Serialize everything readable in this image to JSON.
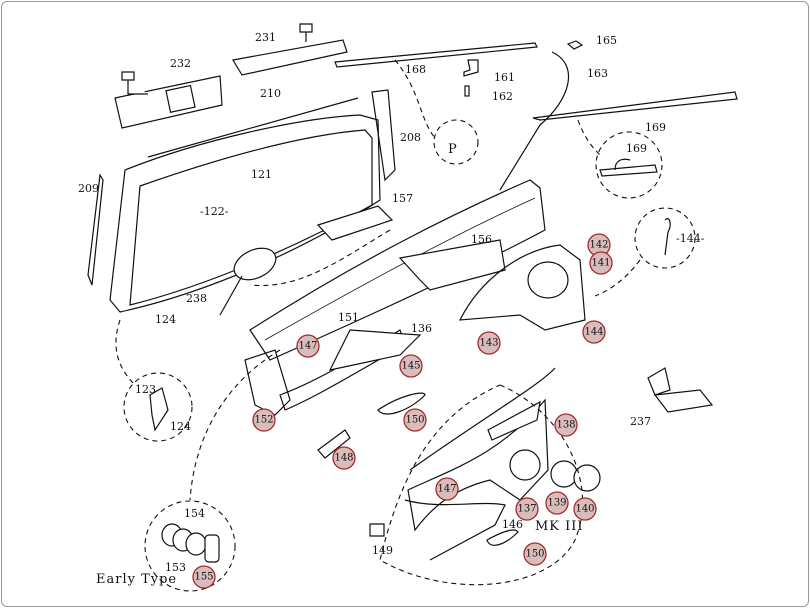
{
  "diagram": {
    "labels": {
      "l231": "231",
      "l232": "232",
      "l210": "210",
      "l121": "121",
      "l122": "-122-",
      "l209": "209",
      "l208": "208",
      "l168": "168",
      "l161": "161",
      "l162": "162",
      "l165": "165",
      "l163": "163",
      "l169": "169",
      "l169b": "169",
      "l157": "157",
      "l156": "156",
      "l238": "238",
      "l124": "124",
      "l136": "136",
      "l151": "151",
      "l144b": "-144-",
      "l123": "123",
      "l124b": "124",
      "l154": "154",
      "l153": "153",
      "l149": "149",
      "l146": "146",
      "l237": "237",
      "pmark": "P"
    },
    "highlighted": {
      "h142": "142",
      "h141": "141",
      "h144": "144",
      "h143": "143",
      "h147a": "147",
      "h145": "145",
      "h152": "152",
      "h150a": "150",
      "h148": "148",
      "h147b": "147",
      "h138": "138",
      "h137": "137",
      "h139": "139",
      "h140": "140",
      "h150b": "150",
      "h155": "155"
    },
    "captions": {
      "early_type": "Early Type",
      "mk3": "MK III"
    },
    "colors": {
      "highlight_fill": "#d9bcbc",
      "highlight_stroke": "#a32a2a"
    }
  }
}
